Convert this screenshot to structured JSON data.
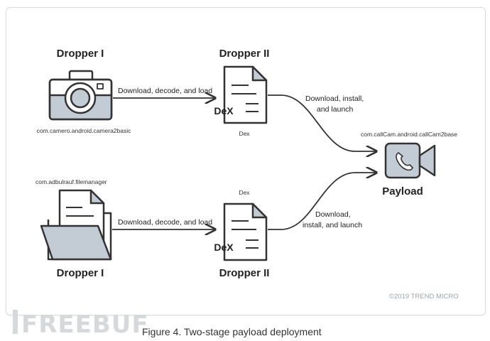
{
  "nodes": {
    "dropper1_top": {
      "title": "Dropper I",
      "package": "com.camero.android.camera2basic"
    },
    "dropper2_top": {
      "title": "Dropper II",
      "file_label": "DeX",
      "caption": "Dex"
    },
    "dropper1_bottom": {
      "title": "Dropper I",
      "package": "com.adbulrauf.filemanager"
    },
    "dropper2_bottom": {
      "title": "Dropper II",
      "file_label": "DeX",
      "caption": "Dex"
    },
    "payload": {
      "title": "Payload",
      "package": "com.callCam.android.callCam2base"
    }
  },
  "edges": {
    "top_download": "Download, decode, and load",
    "bottom_download": "Download, decode, and load",
    "top_install_line1": "Download, install,",
    "top_install_line2": "and launch",
    "bottom_install_line1": "Download,",
    "bottom_install_line2": "install, and launch"
  },
  "copyright": "©2019 TREND MICRO",
  "caption": "Figure 4. Two-stage payload deployment",
  "watermark": "FREEBUF",
  "colors": {
    "icon_fill": "#c3ccd4",
    "stroke": "#333333",
    "watermark": "#d6d9dc"
  }
}
